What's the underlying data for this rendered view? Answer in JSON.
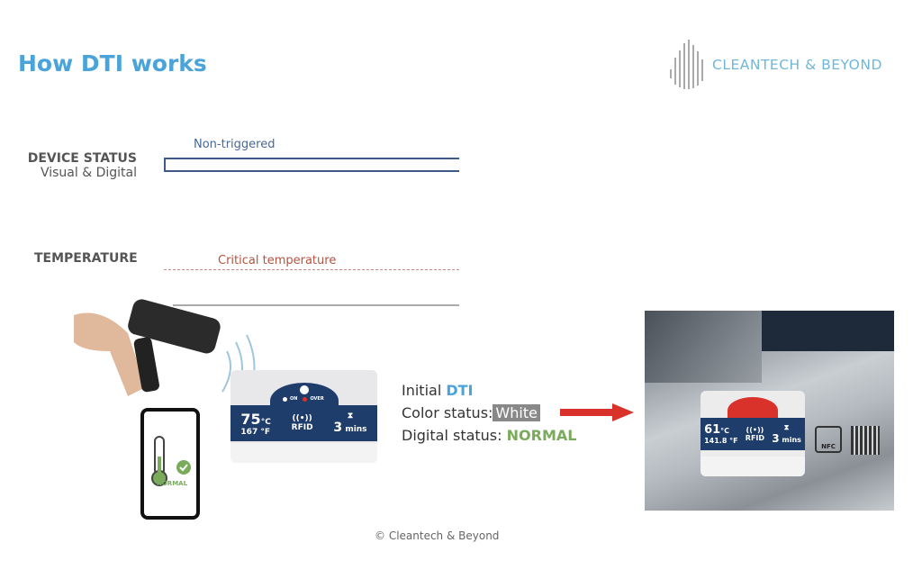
{
  "title": "How DTI works",
  "logo": {
    "text": "CLEANTECH & BEYOND"
  },
  "device_status": {
    "label": "DEVICE STATUS",
    "sub": "Visual & Digital",
    "line_label": "Non-triggered"
  },
  "temperature": {
    "label": "TEMPERATURE",
    "line_label": "Critical temperature"
  },
  "card_initial": {
    "temp_c": "75",
    "unit_c": "°C",
    "temp_f": "167 °F",
    "rfid": "RFID",
    "time": "3",
    "time_unit": "mins",
    "on": "ON",
    "over": "OVER"
  },
  "card_photo": {
    "temp_c": "61",
    "unit_c": "°C",
    "temp_f": "141.8 °F",
    "rfid": "RFID",
    "time": "3",
    "time_unit": "mins",
    "nfc": "NFC"
  },
  "phone": {
    "status": "NORMAL"
  },
  "info": {
    "line1_prefix": "Initial ",
    "line1_value": "DTI",
    "line2_prefix": "Color status:",
    "line2_value": "White",
    "line3_prefix": "Digital status: ",
    "line3_value": "NORMAL"
  },
  "footer": "© Cleantech & Beyond",
  "colors": {
    "accent": "#4aa3d9",
    "navy": "#1f3d6b",
    "green": "#7aab5a",
    "red": "#d8322a"
  }
}
